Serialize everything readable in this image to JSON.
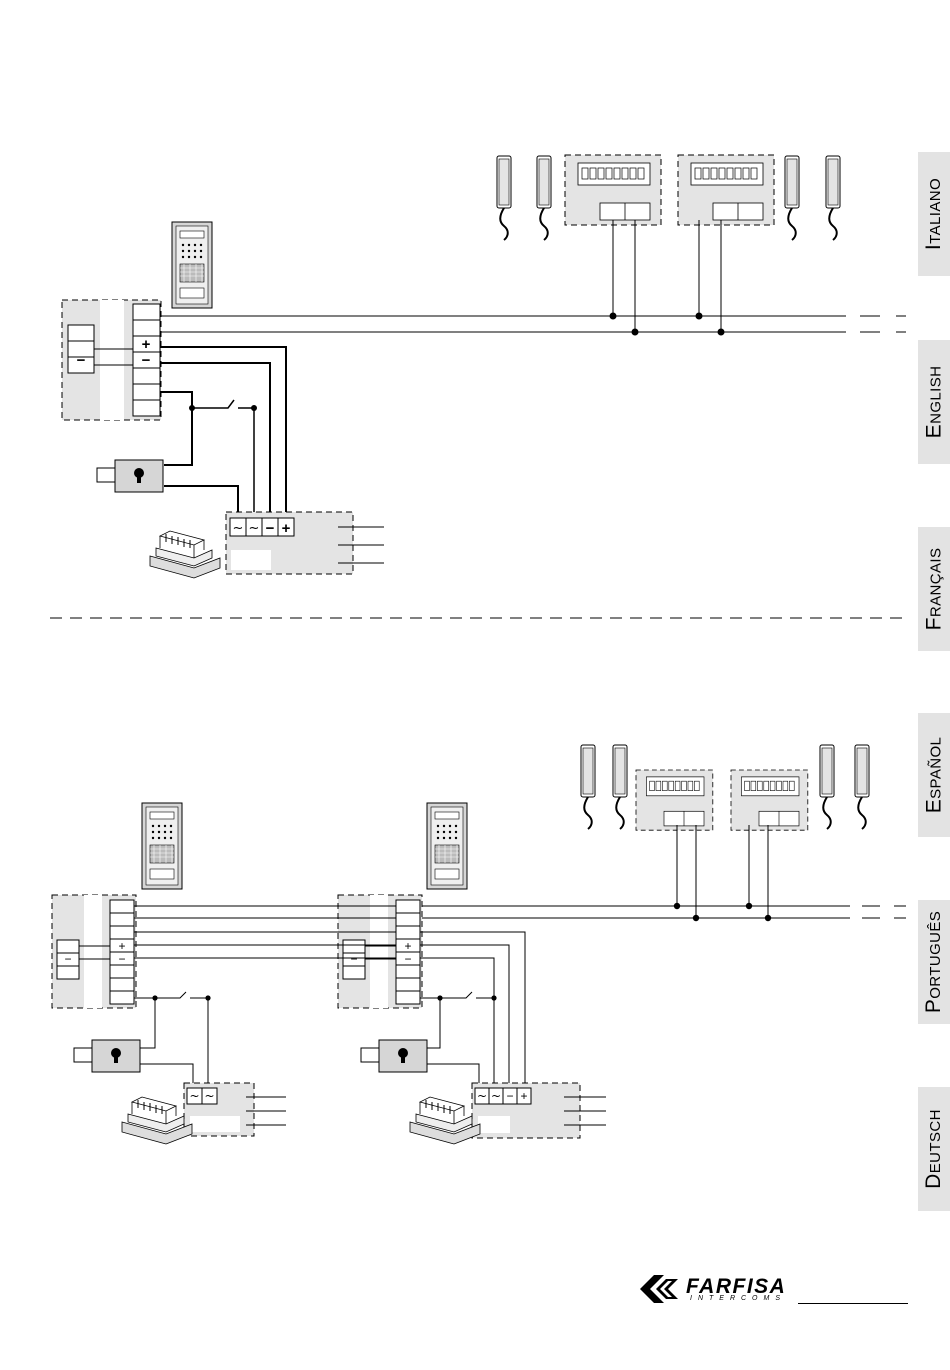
{
  "languages": [
    {
      "id": "it",
      "label": "Italiano"
    },
    {
      "id": "en",
      "label": "English"
    },
    {
      "id": "fr",
      "label": "Français"
    },
    {
      "id": "es",
      "label": "Español"
    },
    {
      "id": "pt",
      "label": "Português"
    },
    {
      "id": "de",
      "label": "Deutsch"
    }
  ],
  "brand": {
    "name": "FARFISA",
    "sub": "INTERCOMS",
    "logo_icon": "farfisa-logo-icon"
  },
  "terminals": {
    "plus": "+",
    "minus": "−",
    "ac": "~"
  },
  "colors": {
    "panel": "#e4e4e4",
    "line": "#000000",
    "tab": "#e3e3e3"
  }
}
